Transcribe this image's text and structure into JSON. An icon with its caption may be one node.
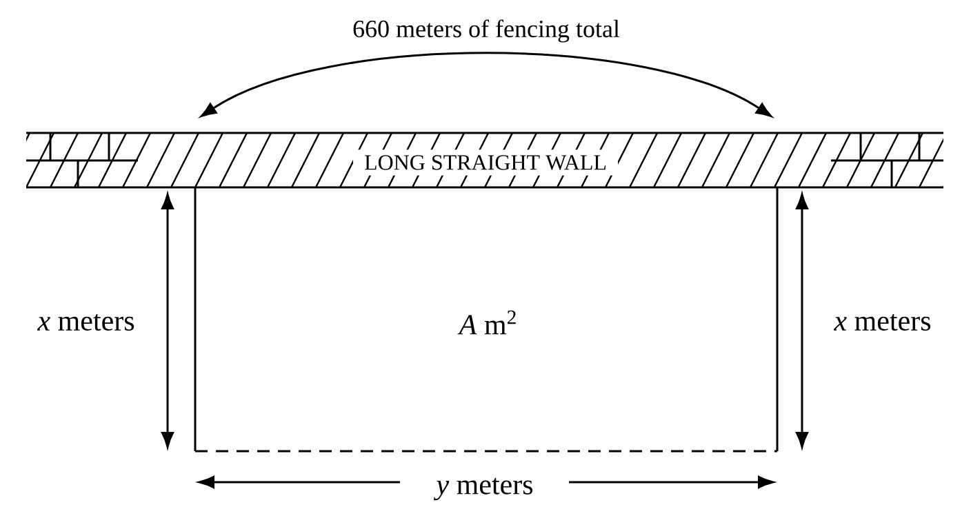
{
  "diagram": {
    "nodes": [
      {
        "text": [
          "LONG STRAIGHT WALL"
        ]
      },
      {
        "text": [
          "*A* m$^{2}$"
        ]
      }
    ],
    "edges": [],
    "labels": [
      "660 meters of fencing total",
      "*x* meters",
      "*x* meters",
      "*y* meters"
    ]
  }
}
